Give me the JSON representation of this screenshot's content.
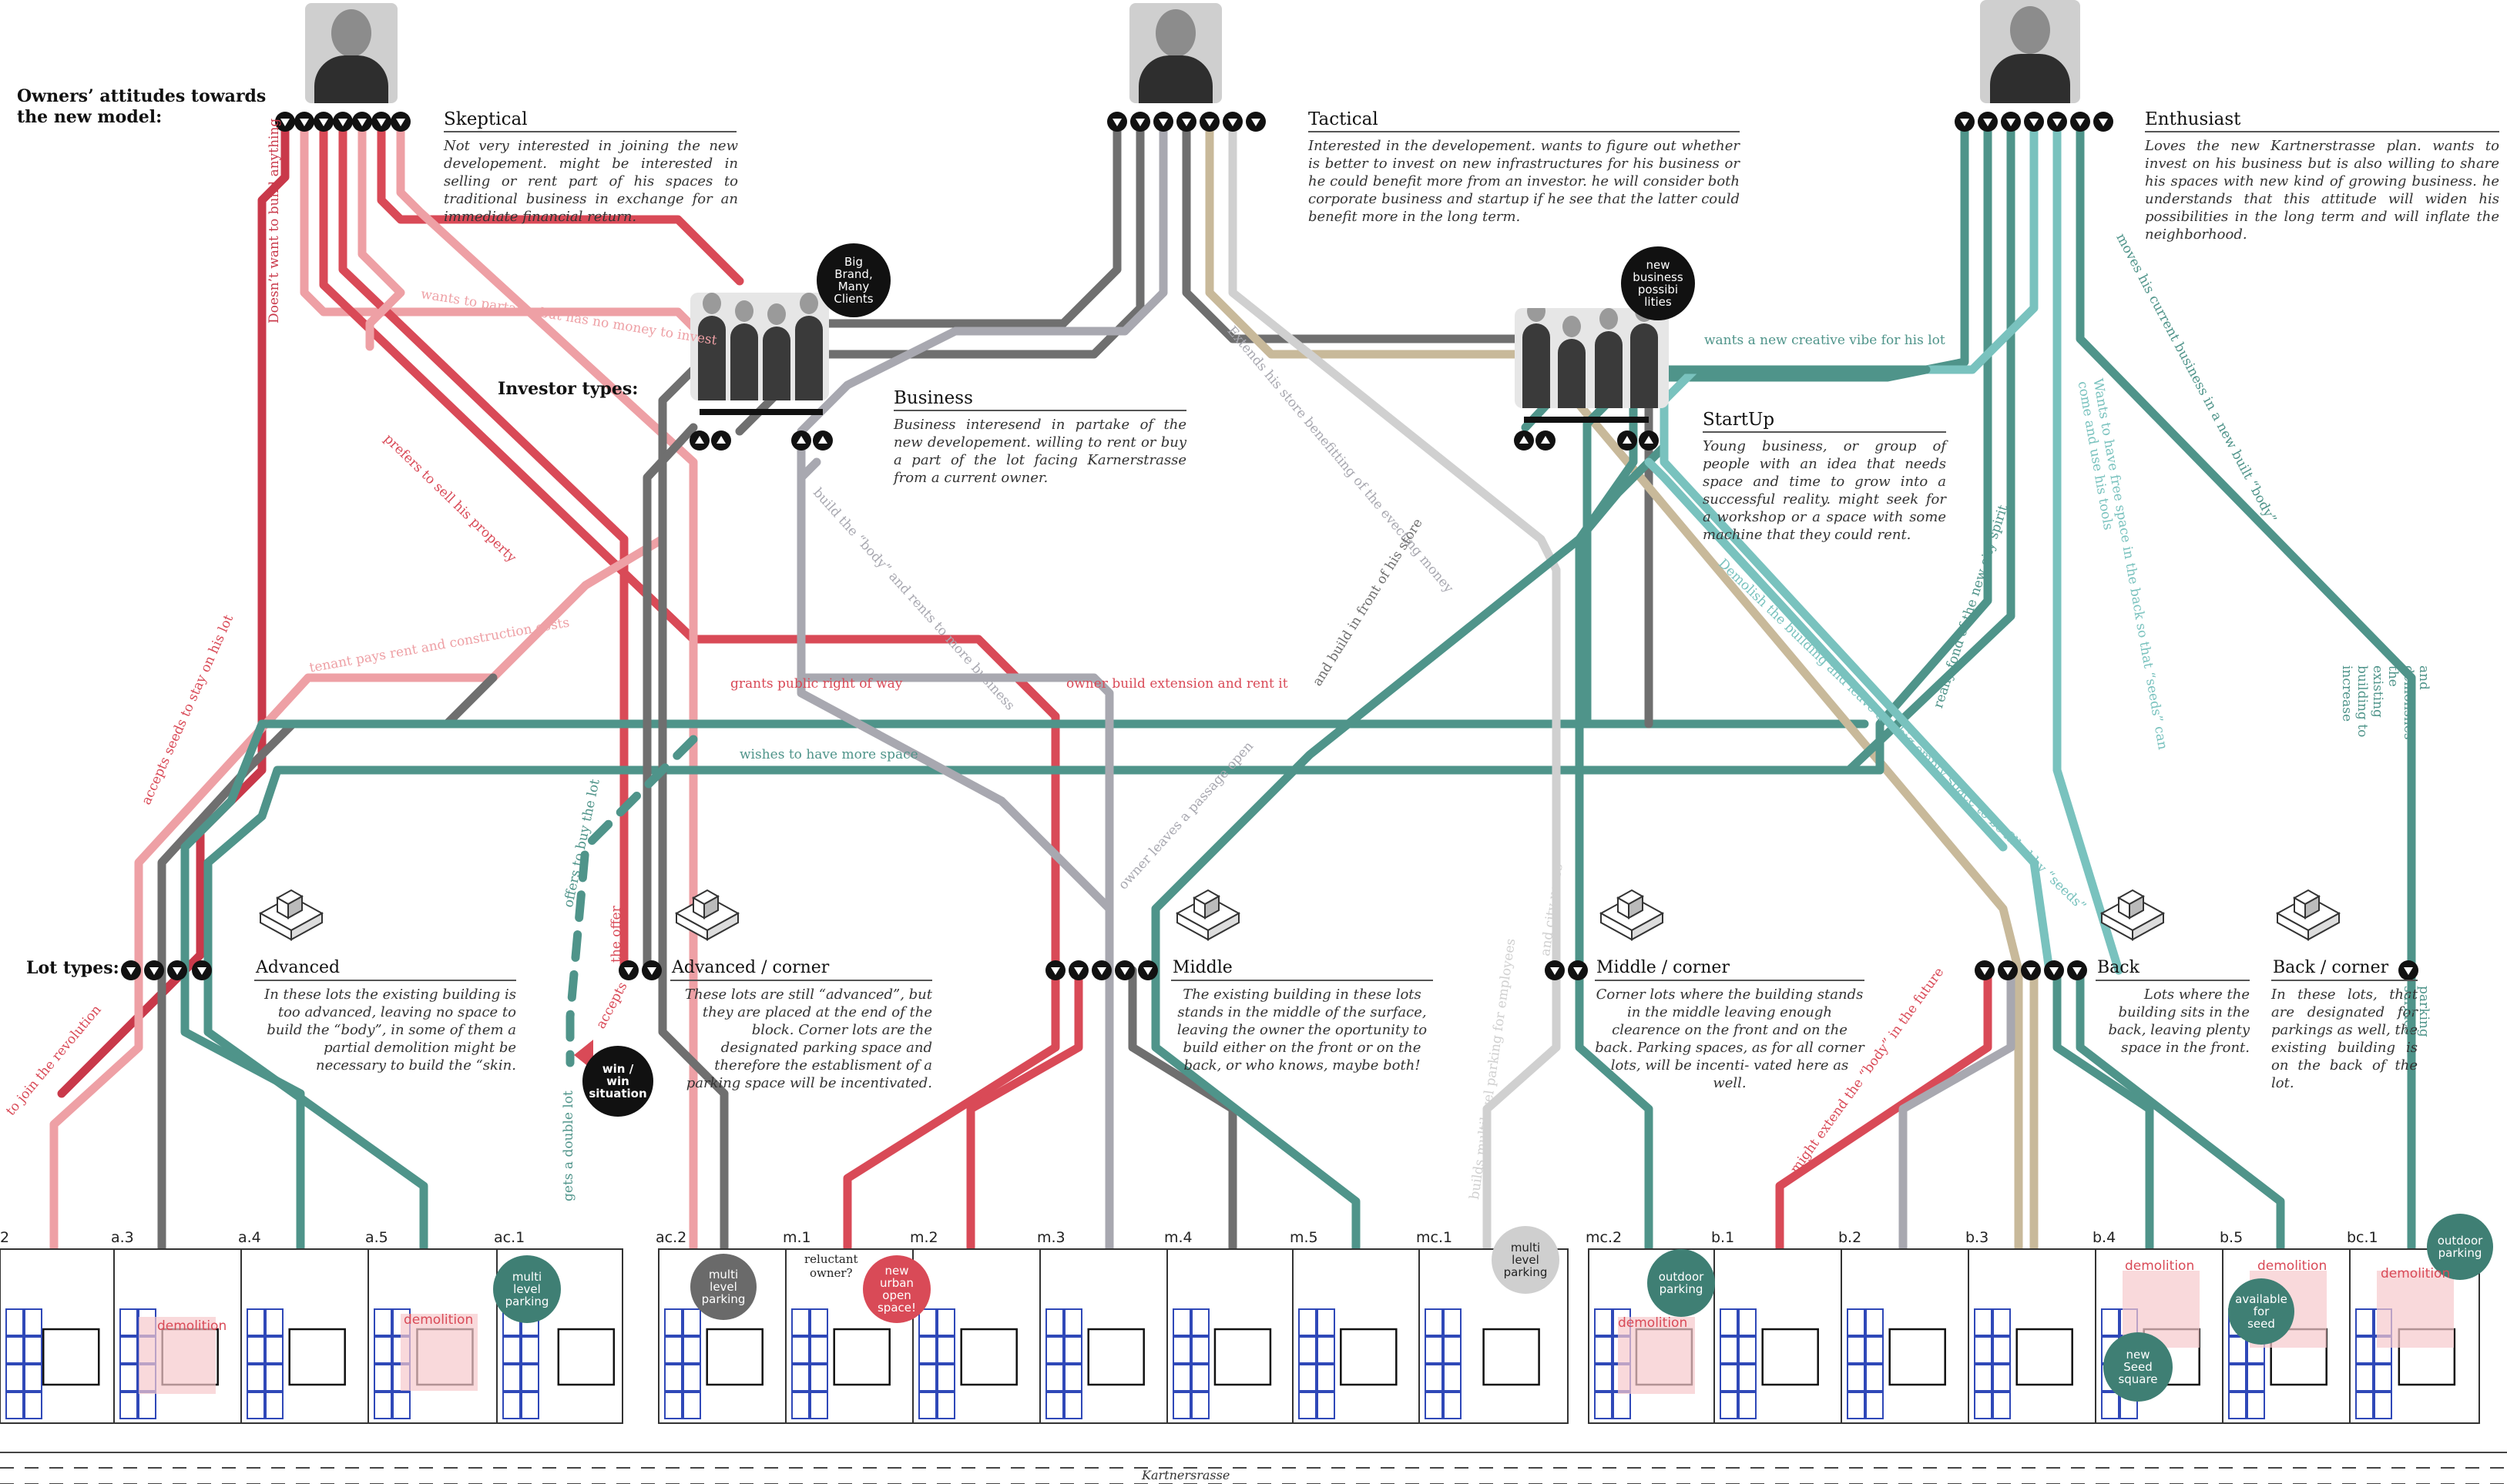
{
  "section_titles": {
    "owners": "Owners’ attitudes towards\nthe new model:",
    "investors": "Investor types:",
    "lots": "Lot types:"
  },
  "owners": [
    {
      "name": "Skeptical",
      "desc": "Not very interested in joining the new developement. might be interested in selling or rent part of his spaces to traditional business in exchange for an immediate financial return."
    },
    {
      "name": "Tactical",
      "desc": "Interested in the developement. wants to figure out whether is better to invest on new infrastructures for his business or he could benefit more from an investor. he will consider both corporate business and startup if he see that the latter could benefit more in the long term."
    },
    {
      "name": "Enthusiast",
      "desc": "Loves the new Kartnerstrasse plan. wants to invest on his business but is also willing to share his spaces with new kind of growing business. he understands that this attitude will widen his possibilities in the long term and will inflate the neighborhood."
    }
  ],
  "investors": [
    {
      "name": "Business",
      "desc": "Business interesend in partake of the new developement. willing to rent or buy a part of the lot facing Karnerstrasse from a current owner.",
      "badge": "Big\nBrand,\nMany\nClients"
    },
    {
      "name": "StartUp",
      "desc": "Young business, or group of people with an idea that needs space and time to grow into a successful reality. might seek for a workshop or a space with some machine that they could rent.",
      "badge": "new\nbusiness\npossibi\nlities"
    }
  ],
  "lot_types": [
    {
      "name": "Advanced",
      "desc": "In these lots the existing building is too advanced, leaving no space to build the “body”, in some of them a partial demolition might be necessary to build the “skin."
    },
    {
      "name": "Advanced / corner",
      "desc": "These lots are still “advanced”, but they are placed at the end of the block. Corner lots are the designated parking space and therefore the establisment of a parking space will be incentivated."
    },
    {
      "name": "Middle",
      "desc": "The existing building in these lots stands in the middle of the surface, leaving the owner the oportunity to build either on the front or on the back, or who knows, maybe both!"
    },
    {
      "name": "Middle / corner",
      "desc": "Corner lots where the building stands in the middle leaving enough clearence on the front and on the back. Parking spaces, as for all corner lots, will be incenti- vated here as well."
    },
    {
      "name": "Back",
      "desc": "Lots where the building sits in the back, leaving plenty space in the front."
    },
    {
      "name": "Back / corner",
      "desc": "In these lots, that are designated for parkings as well, the existing building is on the back of the lot."
    }
  ],
  "route_labels": [
    "Doesn’t want to build anything",
    "wants to partake, but has no money to invest",
    "prefers to sell his property",
    "tenant pays rent and construction costs",
    "accepts seeds to stay on his lot",
    "to join the revolution",
    "grants public right of way",
    "owner build extension and rent it",
    "wishes to have more space",
    "build the “body” and rents to more business",
    "Extends his store benefitting of the evecting money",
    "and build in front of his store",
    "owner leaves a passage open",
    "wants a new creative vibe for his lot",
    "Demolish the building and leave a",
    "big empty space to be filled by “seeds”",
    "really fond of the new city spirit",
    "Wants to have free space in the back so that “seeds” can come and use his tools",
    "moves his current business in a new built “body”",
    "and demolishes the existing building to increase",
    "parking surface",
    "offers to buy the lot",
    "the offer",
    "accepts",
    "gets a double lot",
    "and city users",
    "builds multilevel parking for employees",
    "might extend the “body” in the future"
  ],
  "lots": [
    "2",
    "a.3",
    "a.4",
    "a.5",
    "ac.1",
    "ac.2",
    "m.1",
    "m.2",
    "m.3",
    "m.4",
    "m.5",
    "mc.1",
    "mc.2",
    "b.1",
    "b.2",
    "b.3",
    "b.4",
    "b.5",
    "bc.1"
  ],
  "badges": {
    "win": "win /\nwin\nsituation",
    "parking1": "multi\nlevel\nparking",
    "parking2": "multi\nlevel\nparking",
    "parking3": "multi\nlevel\nparking",
    "open_space": "new\nurban\nopen\nspace!",
    "reluctant": "reluctant\nowner?",
    "outdoor1": "outdoor\nparking",
    "outdoor2": "outdoor\nparking",
    "seed_square": "new\nSeed\nsquare",
    "available": "available\nfor\nseed",
    "demolition": "demolition"
  },
  "street": "Kartnersrasse",
  "colors": {
    "red": "#d94a57",
    "pink": "#eea0a5",
    "darkred": "#c9394a",
    "grey": "#6f6f6f",
    "lightgrey": "#a8a8b0",
    "teal": "#4f948a",
    "lightteal": "#79c2be",
    "beige": "#c8b99a",
    "blue": "#2f48b8"
  }
}
